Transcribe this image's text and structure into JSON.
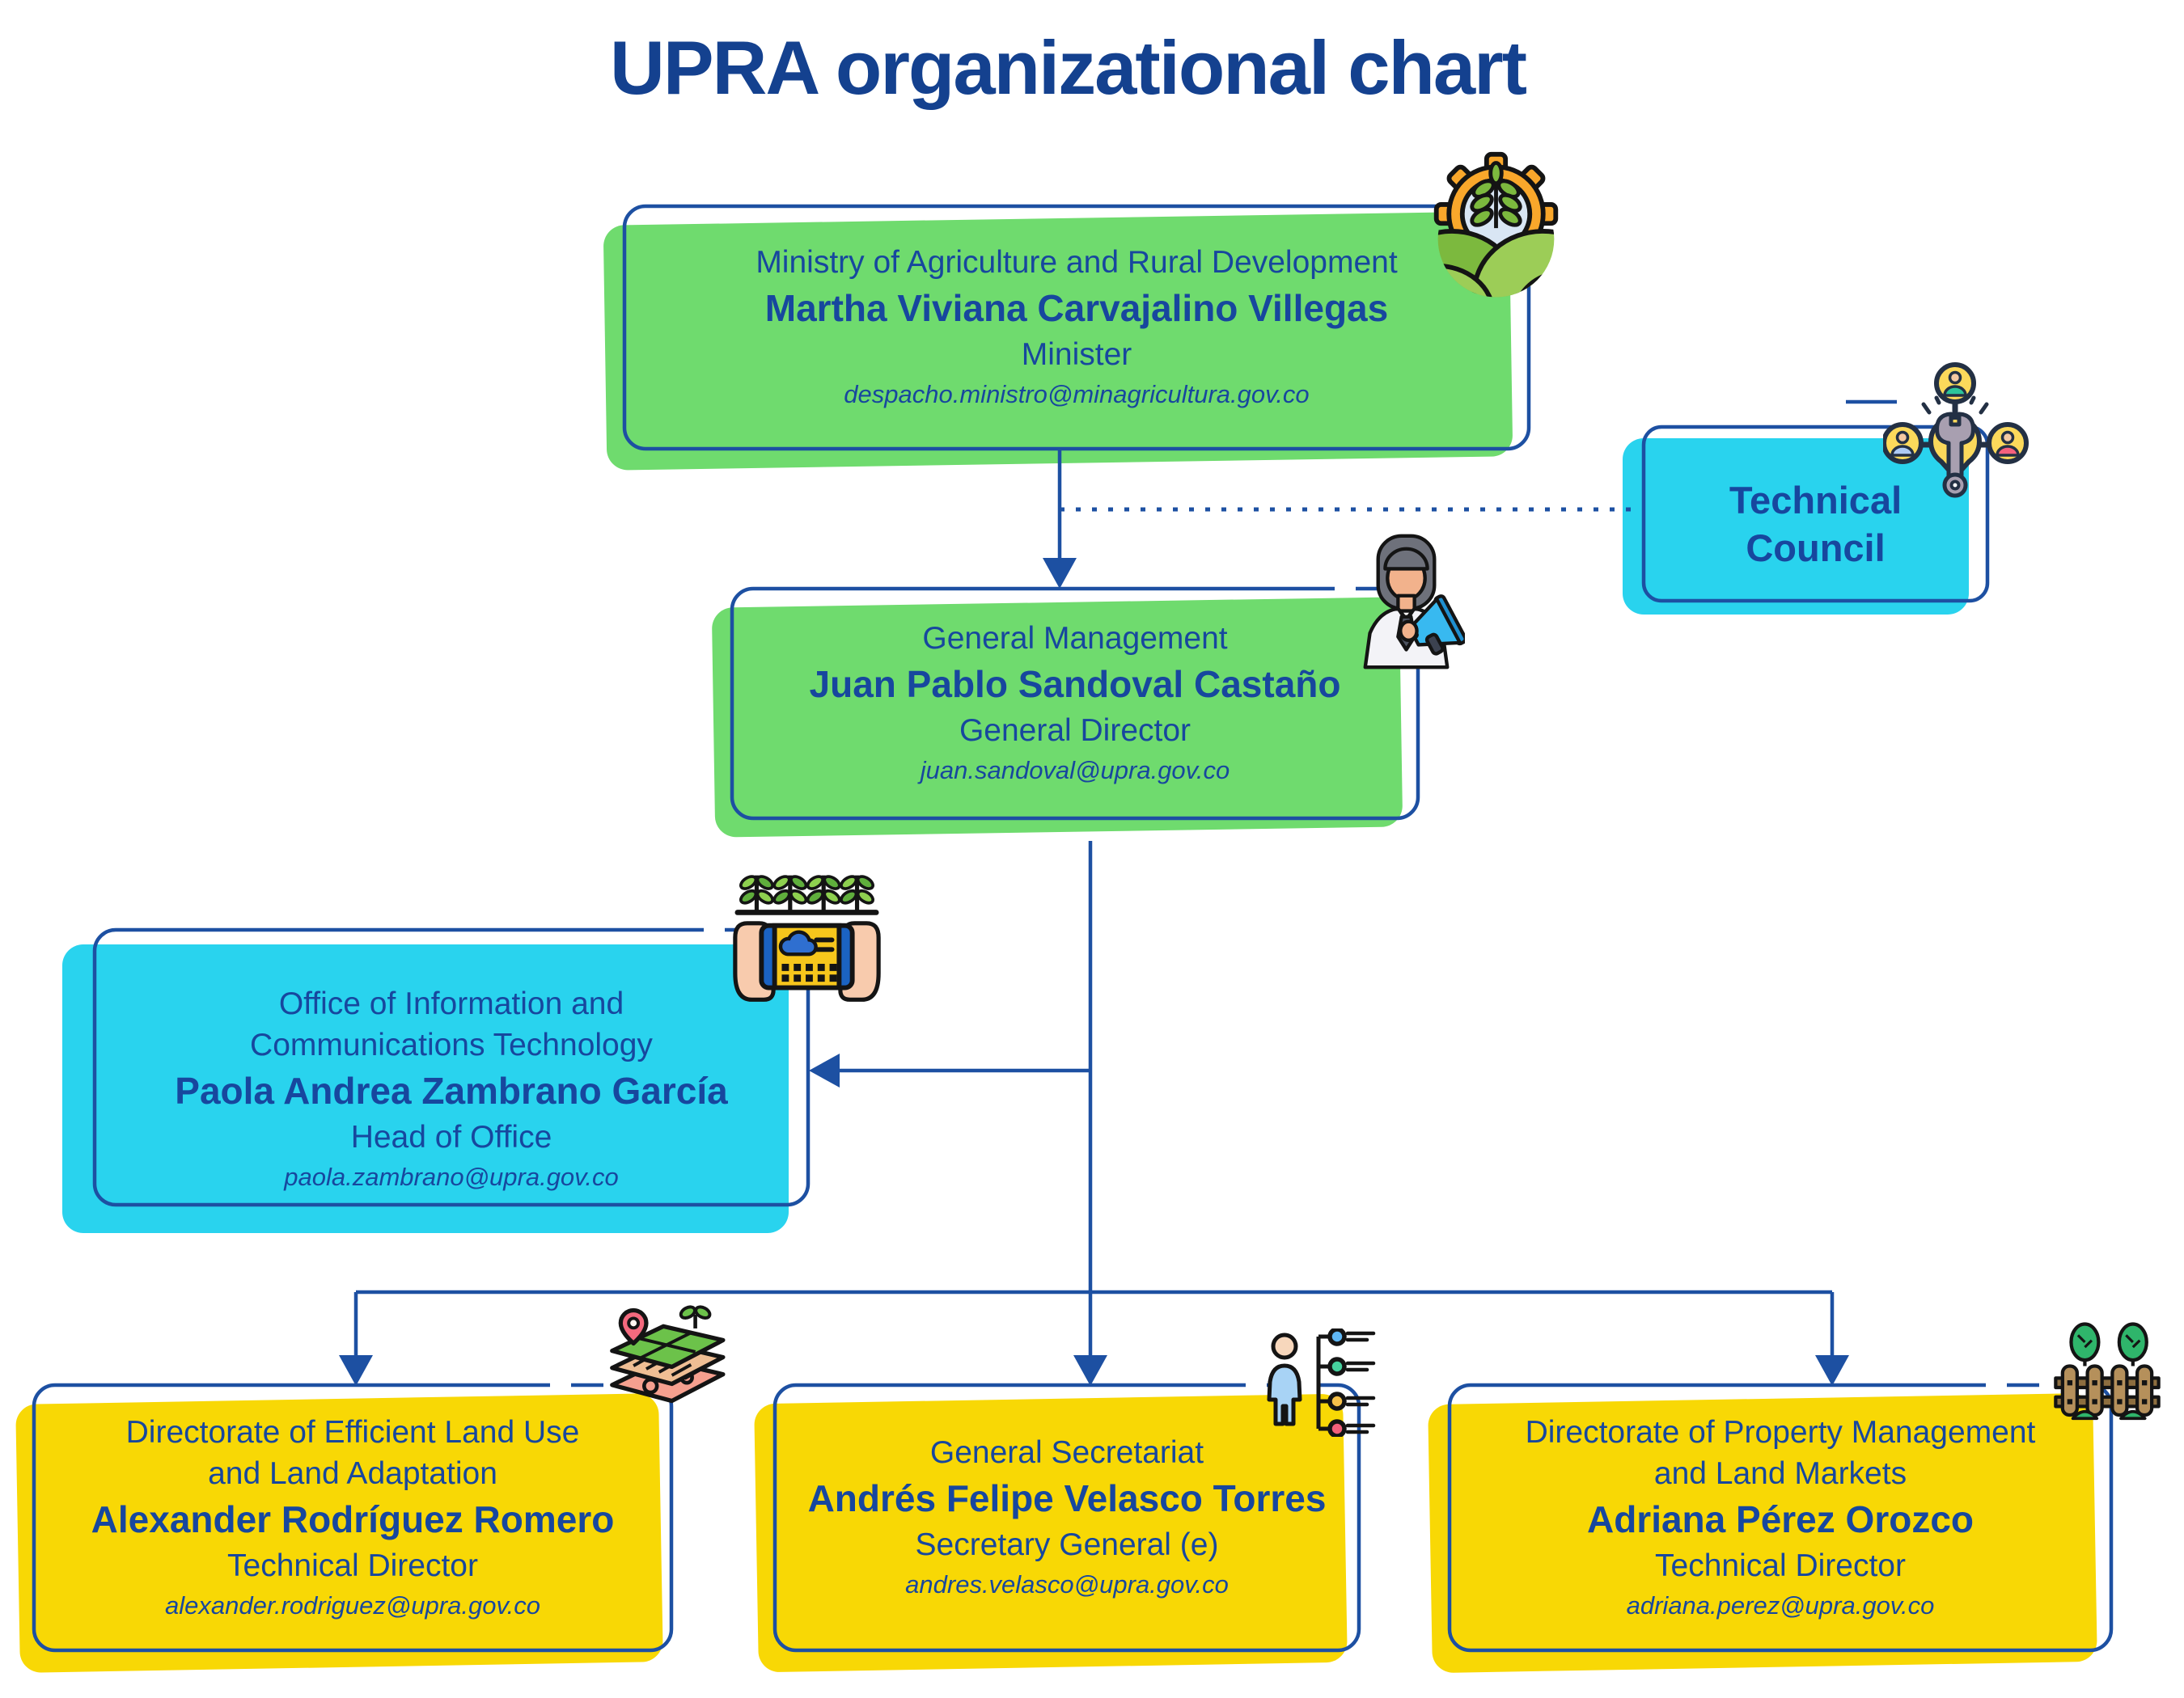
{
  "title": "UPRA organizational chart",
  "palette": {
    "green_fill": "#6FDB6E",
    "cyan_fill": "#29D3EE",
    "yellow_fill": "#F8D805",
    "outline_blue": "#1D50A2",
    "text_blue": "#17479E",
    "title_blue": "#14418F"
  },
  "nodes": {
    "ministry": {
      "department": "Ministry of Agriculture and Rural Development",
      "name": "Martha Viviana Carvajalino Villegas",
      "role": "Minister",
      "email": "despacho.ministro@minagricultura.gov.co",
      "color": "green",
      "icon": "gear-agriculture-icon"
    },
    "technical_council": {
      "department": "Technical Council",
      "color": "cyan",
      "icon": "team-council-icon"
    },
    "general_management": {
      "department": "General Management",
      "name": "Juan Pablo Sandoval Castaño",
      "role": "General Director",
      "email": "juan.sandoval@upra.gov.co",
      "color": "green",
      "icon": "spokesperson-icon"
    },
    "ict_office": {
      "department": "Office of Information and Communications Technology",
      "name": "Paola Andrea Zambrano García",
      "role": "Head of Office",
      "email": "paola.zambrano@upra.gov.co",
      "color": "cyan",
      "icon": "smart-farming-icon"
    },
    "land_use_directorate": {
      "department": "Directorate of Efficient Land Use and Land Adaptation",
      "name": "Alexander Rodríguez Romero",
      "role": "Technical Director",
      "email": "alexander.rodriguez@upra.gov.co",
      "color": "yellow",
      "icon": "map-layers-icon"
    },
    "general_secretariat": {
      "department": "General Secretariat",
      "name": "Andrés Felipe Velasco Torres",
      "role": "Secretary General (e)",
      "email": "andres.velasco@upra.gov.co",
      "color": "yellow",
      "icon": "org-structure-icon"
    },
    "property_directorate": {
      "department": "Directorate of Property Management and Land Markets",
      "name": "Adriana Pérez Orozco",
      "role": "Technical Director",
      "email": "adriana.perez@upra.gov.co",
      "color": "yellow",
      "icon": "farm-fence-icon"
    }
  },
  "edges": [
    {
      "from": "ministry",
      "to": "general_management",
      "style": "solid-arrow"
    },
    {
      "from": "ministry",
      "to": "technical_council",
      "style": "dotted"
    },
    {
      "from": "general_management",
      "to": "ict_office",
      "style": "solid-arrow"
    },
    {
      "from": "general_management",
      "to": "land_use_directorate",
      "style": "solid-arrow"
    },
    {
      "from": "general_management",
      "to": "general_secretariat",
      "style": "solid-arrow"
    },
    {
      "from": "general_management",
      "to": "property_directorate",
      "style": "solid-arrow"
    }
  ]
}
